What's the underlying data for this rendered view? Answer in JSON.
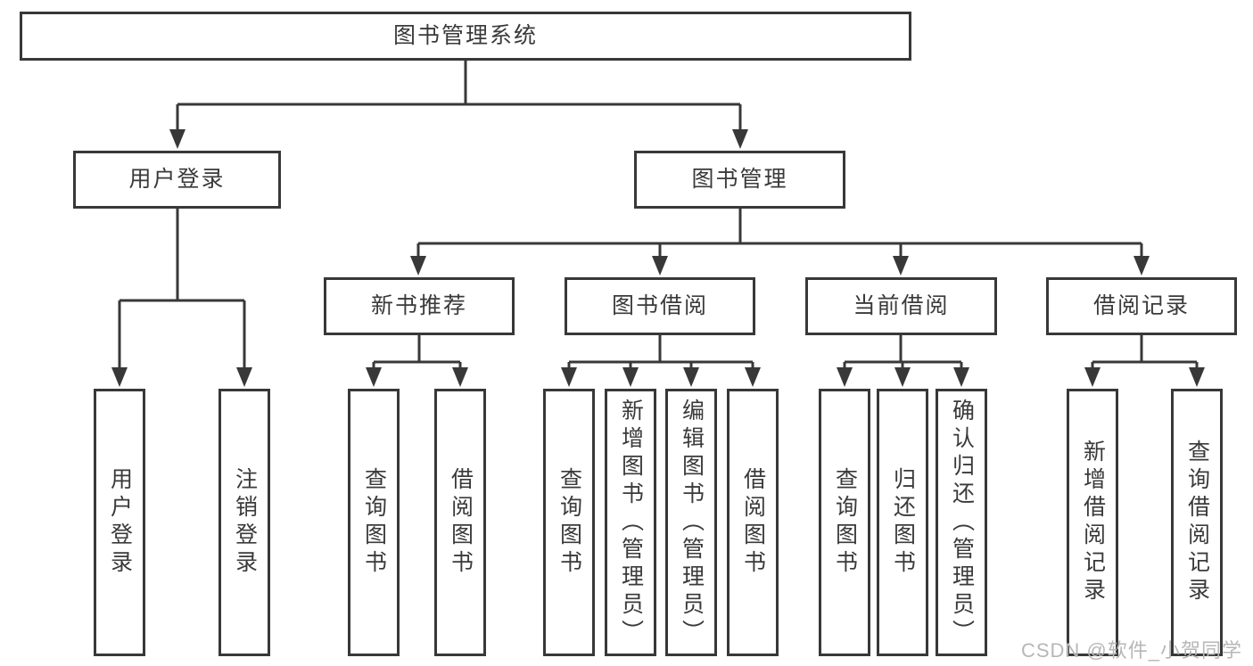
{
  "diagram": {
    "type": "hierarchy-tree",
    "root": {
      "label": "图书管理系统"
    },
    "level2": [
      {
        "label": "用户登录",
        "children": [
          {
            "label": "用户登录"
          },
          {
            "label": "注销登录"
          }
        ]
      },
      {
        "label": "图书管理",
        "children": [
          {
            "label": "新书推荐",
            "children": [
              {
                "label": "查询图书"
              },
              {
                "label": "借阅图书"
              }
            ]
          },
          {
            "label": "图书借阅",
            "children": [
              {
                "label": "查询图书"
              },
              {
                "label": "新增图书（管理员）"
              },
              {
                "label": "编辑图书（管理员）"
              },
              {
                "label": "借阅图书"
              }
            ]
          },
          {
            "label": "当前借阅",
            "children": [
              {
                "label": "查询图书"
              },
              {
                "label": "归还图书"
              },
              {
                "label": "确认归还（管理员）"
              }
            ]
          },
          {
            "label": "借阅记录",
            "children": [
              {
                "label": "新增借阅记录"
              },
              {
                "label": "查询借阅记录"
              }
            ]
          }
        ]
      }
    ]
  },
  "watermark": {
    "text": "CSDN @软件_小贺同学"
  },
  "colors": {
    "line": "#383838",
    "text": "#3a3a3a",
    "background": "#ffffff",
    "watermark": "#b7b7b7"
  }
}
